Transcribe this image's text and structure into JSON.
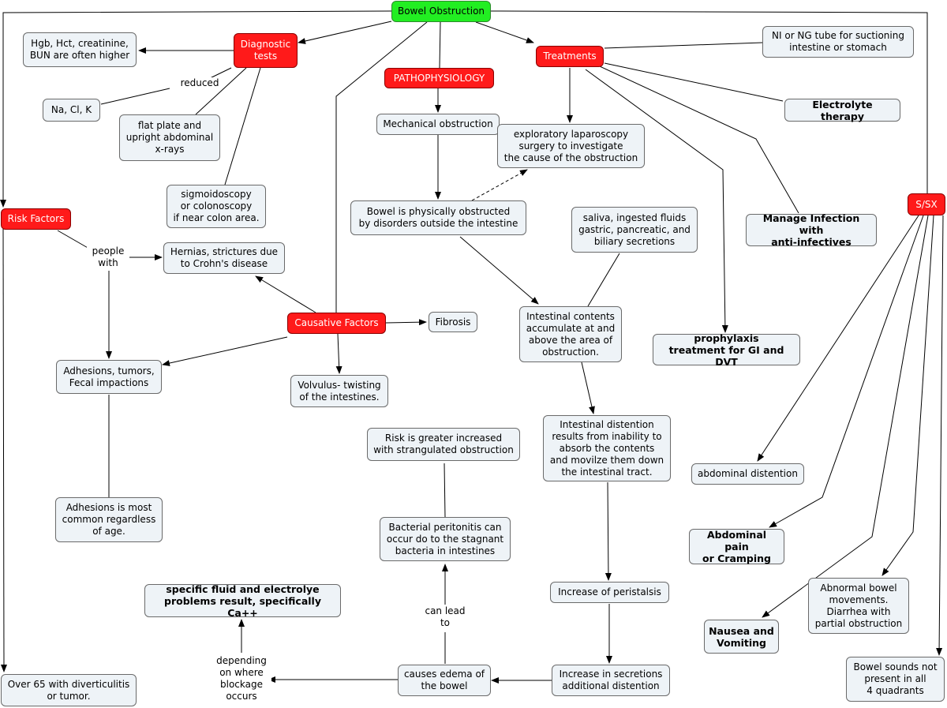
{
  "diagram": {
    "nodes": {
      "bowel_obstruction": "Bowel Obstruction",
      "diagnostic_tests": "Diagnostic\ntests",
      "pathophysiology": "PATHOPHYSIOLOGY",
      "treatments": "Treatments",
      "risk_factors": "Risk Factors",
      "causative_factors": "Causative Factors",
      "ssx": "S/SX",
      "labs_higher": "Hgb, Hct, creatinine,\nBUN are often higher",
      "electrolytes": "Na, Cl, K",
      "xrays": "flat plate and\nupright abdominal\nx-rays",
      "sigmoidoscopy": "sigmoidoscopy\nor colonoscopy\nif near colon area.",
      "mechanical": "Mechanical obstruction",
      "laparoscopy": "exploratory laparoscopy\nsurgery to investigate\nthe cause of the obstruction",
      "physically_obstructed": "Bowel is physically obstructed\nby disorders outside the intestine",
      "saliva": "saliva, ingested fluids\ngastric, pancreatic, and\nbiliary secretions",
      "contents_accumulate": "Intestinal contents\naccumulate at and\nabove the area of\nobstruction.",
      "distention_absorb": "Intestinal distention\nresults from inability to\nabsorb the contents\nand movilze them down\nthe intestinal tract.",
      "peristalsis": "Increase of peristalsis",
      "secretions": "Increase in secretions\nadditional distention",
      "edema": "causes edema of\nthe bowel",
      "peritonitis": "Bacterial peritonitis can\noccur do to the stagnant\nbacteria in intestines",
      "strangulated": "Risk is greater increased\nwith strangulated obstruction",
      "fluid_electrolyte": "specific fluid and electrolye\nproblems result, specifically Ca++",
      "hernias": "Hernias, strictures due\nto Crohn's disease",
      "fibrosis": "Fibrosis",
      "adhesions": "Adhesions, tumors,\nFecal impactions",
      "volvulus": "Volvulus- twisting\nof the intestines.",
      "adhesions_common": "Adhesions is most\ncommon regardless\nof age.",
      "over65": "Over 65 with diverticulitis\nor tumor.",
      "ng_tube": "NI or NG tube for suctioning\nintestine or stomach",
      "electrolyte_therapy": "Electrolyte therapy",
      "manage_infection": "Manage Infection with\nanti-infectives",
      "prophylaxis": "prophylaxis\ntreatment for GI and DVT",
      "abd_distention": "abdominal distention",
      "abd_pain": "Abdominal pain\nor Cramping",
      "nausea": "Nausea and\nVomiting",
      "abnormal_bowel": "Abnormal bowel\nmovements.\nDiarrhea with\npartial obstruction",
      "bowel_sounds": "Bowel sounds not\npresent in all\n4 quadrants"
    },
    "links": {
      "reduced": "reduced",
      "people_with": "people\nwith",
      "can_lead_to": "can lead\nto",
      "depending": "depending\non where\nblockage\noccurs"
    },
    "colors": {
      "root": "#22ee22",
      "category": "#ff1a1a",
      "concept": "#eef3f7",
      "line": "#000000"
    }
  }
}
